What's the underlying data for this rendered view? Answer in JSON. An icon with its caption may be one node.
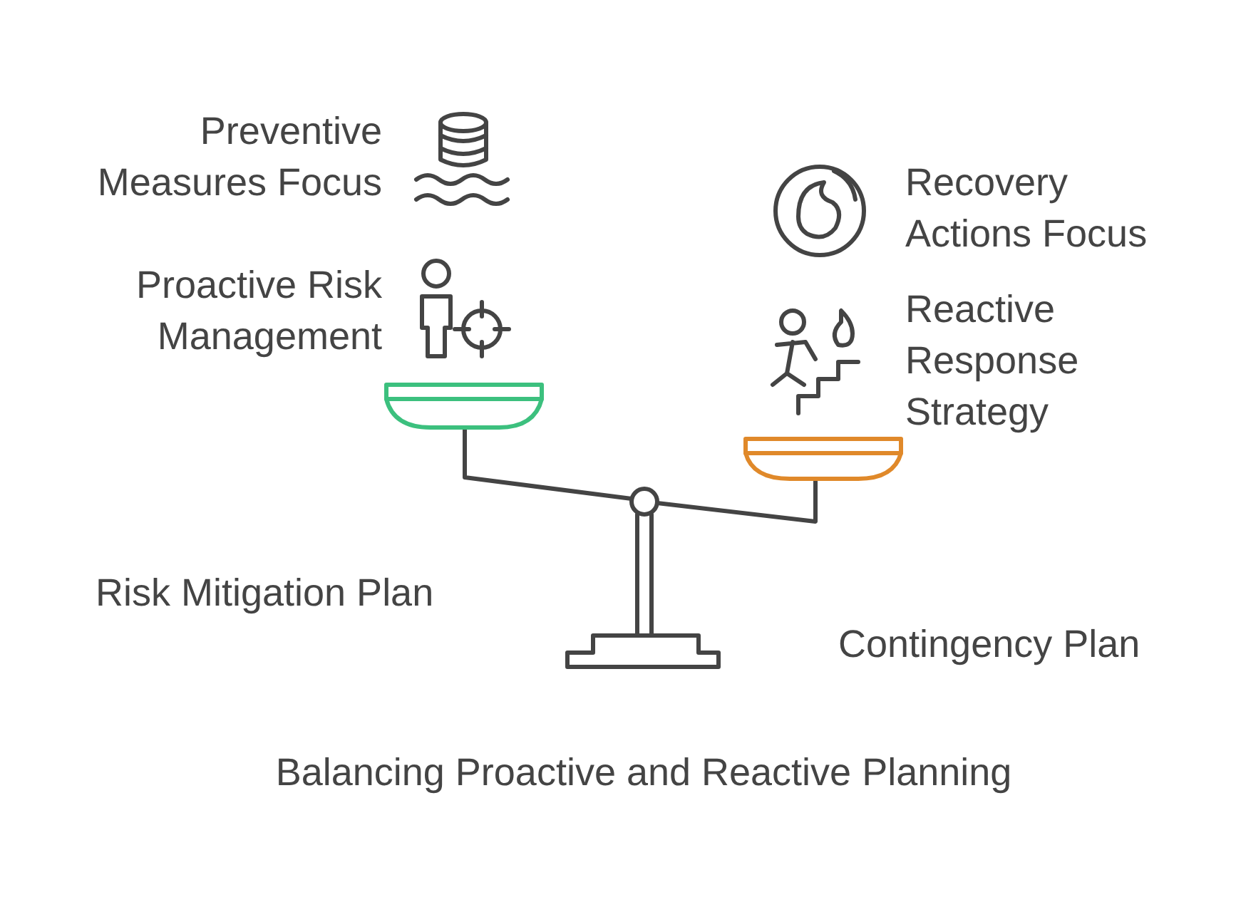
{
  "diagram": {
    "caption": "Balancing Proactive and Reactive Planning",
    "labels": [
      "Preventive Measures Focus",
      "Recovery Actions Focus",
      "Proactive Risk Management",
      "Reactive Response Strategy",
      "Risk Mitigation Plan",
      "Contingency Plan"
    ]
  }
}
